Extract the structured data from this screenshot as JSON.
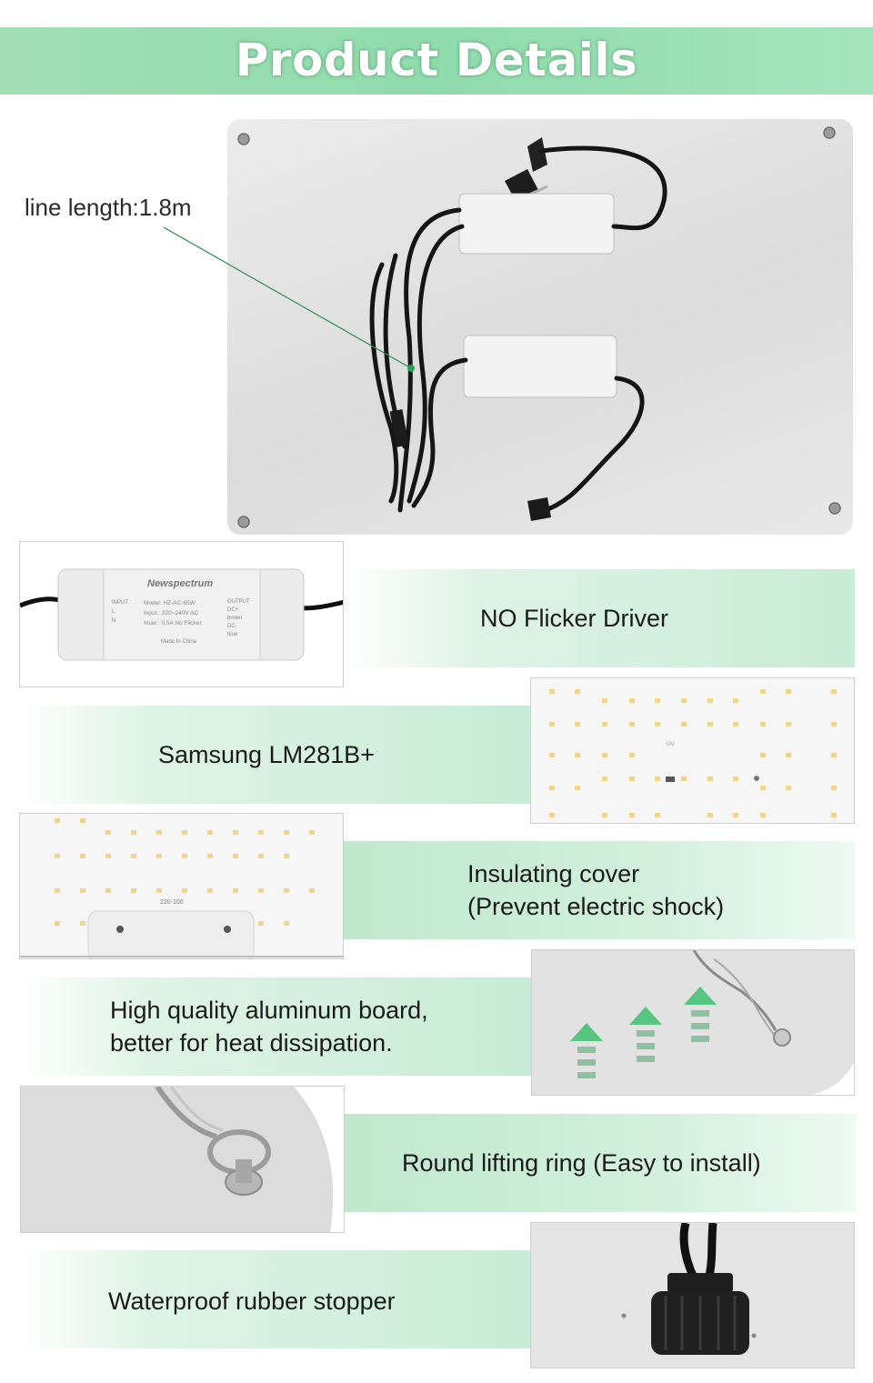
{
  "header": {
    "title": "Product Details"
  },
  "panel": {
    "line_label": "line length:1.8m"
  },
  "features": [
    {
      "label": "NO Flicker Driver"
    },
    {
      "label": "Samsung LM281B+"
    },
    {
      "label_line1": "Insulating cover",
      "label_line2": "(Prevent electric shock)"
    },
    {
      "label_line1": "High quality aluminum board,",
      "label_line2": "better for heat dissipation."
    },
    {
      "label": "Round lifting ring (Easy to install)"
    },
    {
      "label": "Waterproof rubber stopper"
    }
  ],
  "driver_label": {
    "brand": "Newspectrum",
    "model": "Model: HZ-AC-65W",
    "input": "Input : 220~240V AC",
    "imax": "Imax : 0.5A  No Flicker",
    "made": "Made In China",
    "input_tag": "INPUT",
    "output_tag": "OUTPUT",
    "l": "L",
    "n": "N",
    "dc_plus": "DC+",
    "brown": "brown",
    "dc_minus": "DC-",
    "blue": "blue"
  },
  "board_marks": {
    "uv": "UV",
    "code": "220-100"
  },
  "colors": {
    "header_green": "#8fdcac",
    "band_green": "#c8ecd5",
    "arrow_green": "#3fbf6f",
    "pointer_line": "#2e8b57"
  }
}
